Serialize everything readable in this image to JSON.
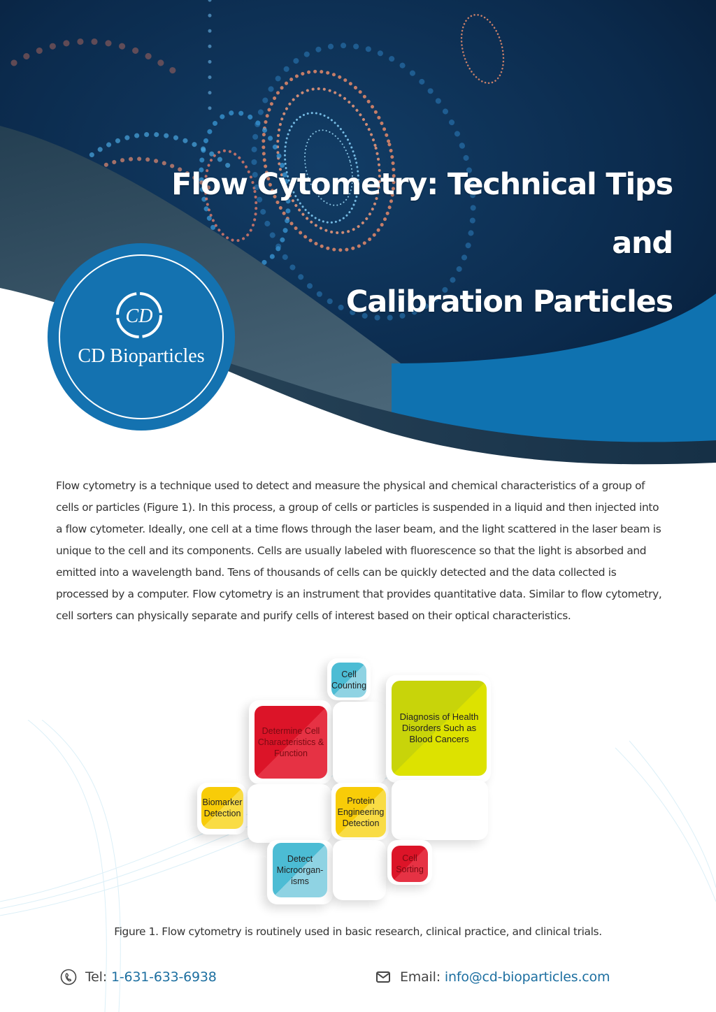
{
  "header": {
    "title_line1": "Flow Cytometry: Technical Tips and",
    "title_line2": "Calibration Particles",
    "colors": {
      "navy": "#0b2a4c",
      "slate_band": "#3d5868",
      "accent_blue": "#1472b0"
    }
  },
  "logo": {
    "monogram": "CD",
    "brand_name": "CD Bioparticles",
    "icon": "cd-monogram-icon"
  },
  "intro": {
    "paragraph": "Flow cytometry is a technique used to detect and measure the physical and chemical characteristics of a group of cells or particles (Figure 1). In this process, a group of cells or particles is suspended in a liquid and then injected into a flow cytometer. Ideally, one cell at a time flows through the laser beam, and the light scattered in the laser beam is unique to the cell and its components. Cells are usually labeled with fluorescence so that the light is absorbed and emitted into a wavelength band. Tens of thousands of cells can be quickly detected and the data collected is processed by a computer. Flow cytometry is an instrument that provides quantitative data. Similar to flow cytometry, cell sorters can physically separate and purify cells of interest based on their optical characteristics."
  },
  "figure": {
    "tiles": [
      {
        "label": "Cell Counting",
        "color": "cyan"
      },
      {
        "label": "Determine Cell Characteristics & Function",
        "color": "red"
      },
      {
        "label": "Diagnosis of Health Disorders Such as Blood Cancers",
        "color": "lime"
      },
      {
        "label": "Biomarker Detection",
        "color": "yellow"
      },
      {
        "label": "Protein Engineering Detection",
        "color": "yellow"
      },
      {
        "label": "Detect Microorgan-isms",
        "color": "cyan"
      },
      {
        "label": "Cell Sorting",
        "color": "red"
      }
    ],
    "caption": "Figure 1. Flow cytometry is routinely used in basic research, clinical practice, and clinical trials."
  },
  "footer": {
    "tel_label": "Tel:",
    "tel_value": "1-631-633-6938",
    "tel_icon": "phone-icon",
    "email_label": "Email:",
    "email_value": "info@cd-bioparticles.com",
    "email_icon": "envelope-icon",
    "link_color": "#1d6fa0"
  }
}
